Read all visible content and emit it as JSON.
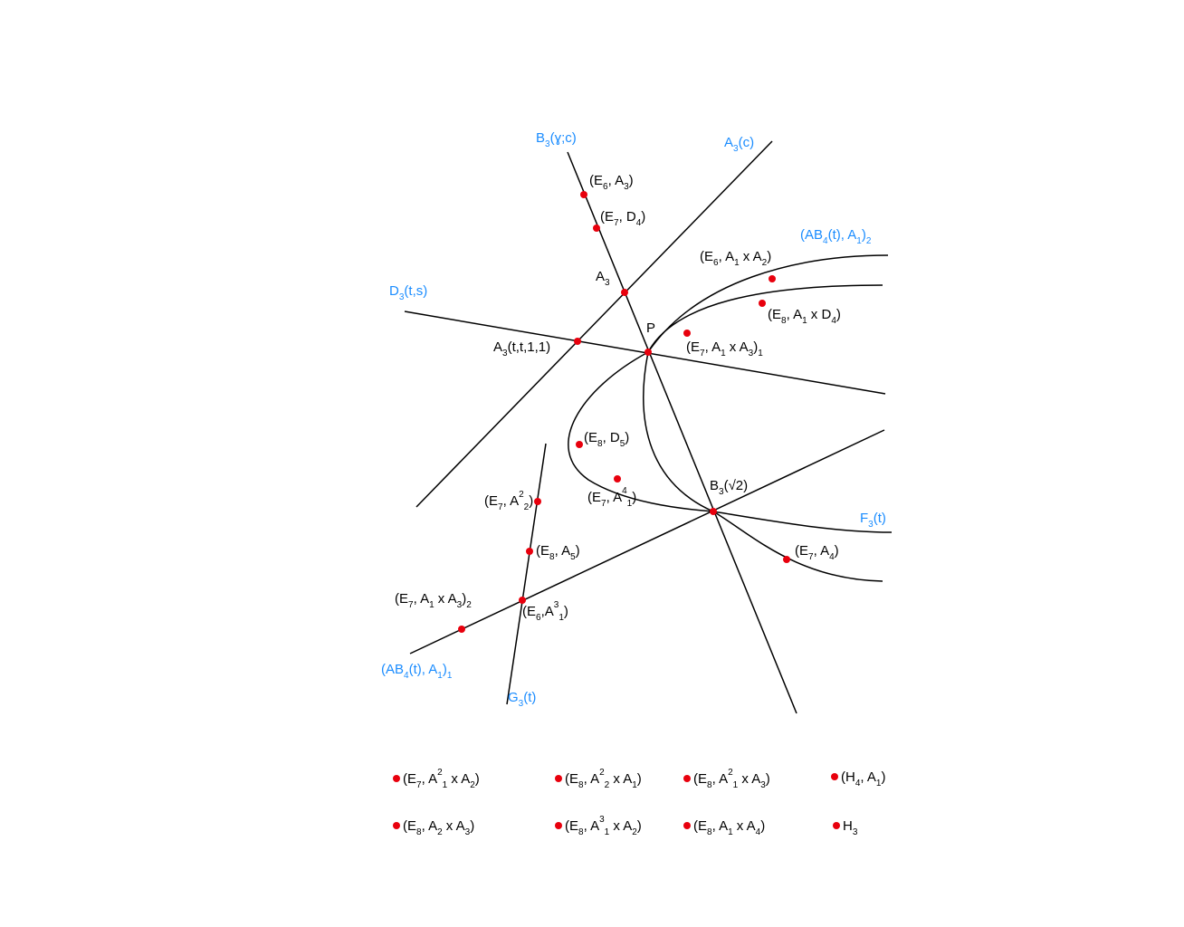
{
  "colors": {
    "line": "#000000",
    "point": "#e8000d",
    "family_label": "#1a8cff",
    "text": "#000000"
  },
  "family_labels": [
    {
      "key": "B3gc",
      "runs": [
        [
          "B",
          ""
        ],
        [
          "3",
          "sub"
        ],
        [
          "(ɣ;c)",
          ""
        ]
      ]
    },
    {
      "key": "A3c",
      "runs": [
        [
          "A",
          ""
        ],
        [
          "3",
          "sub"
        ],
        [
          "(c)",
          ""
        ]
      ]
    },
    {
      "key": "D3ts",
      "runs": [
        [
          "D",
          ""
        ],
        [
          "3",
          "sub"
        ],
        [
          "(t,s)",
          ""
        ]
      ]
    },
    {
      "key": "AB4A12",
      "runs": [
        [
          "(AB",
          ""
        ],
        [
          "4",
          "sub"
        ],
        [
          "(t), A",
          ""
        ],
        [
          "1",
          "sub"
        ],
        [
          ")",
          ""
        ],
        [
          "2",
          "sub"
        ]
      ]
    },
    {
      "key": "F3t",
      "runs": [
        [
          "F",
          ""
        ],
        [
          "3",
          "sub"
        ],
        [
          "(t)",
          ""
        ]
      ]
    },
    {
      "key": "AB4A11",
      "runs": [
        [
          "(AB",
          ""
        ],
        [
          "4",
          "sub"
        ],
        [
          "(t), A",
          ""
        ],
        [
          "1",
          "sub"
        ],
        [
          ")",
          ""
        ],
        [
          "1",
          "sub"
        ]
      ]
    },
    {
      "key": "G3t",
      "runs": [
        [
          "G",
          ""
        ],
        [
          "3",
          "sub"
        ],
        [
          "(t)",
          ""
        ]
      ]
    }
  ],
  "point_labels": [
    {
      "key": "E6A3",
      "runs": [
        [
          "(E",
          ""
        ],
        [
          "6",
          "sub"
        ],
        [
          ", A",
          ""
        ],
        [
          "3",
          "sub"
        ],
        [
          ")",
          ""
        ]
      ]
    },
    {
      "key": "E7D4",
      "runs": [
        [
          "(E",
          ""
        ],
        [
          "7",
          "sub"
        ],
        [
          ", D",
          ""
        ],
        [
          "4",
          "sub"
        ],
        [
          ")",
          ""
        ]
      ]
    },
    {
      "key": "A3",
      "runs": [
        [
          "A",
          ""
        ],
        [
          "3",
          "sub"
        ]
      ]
    },
    {
      "key": "A3tt11",
      "runs": [
        [
          "A",
          ""
        ],
        [
          "3",
          "sub"
        ],
        [
          "(t,t,1,1)",
          ""
        ]
      ]
    },
    {
      "key": "P",
      "runs": [
        [
          "P",
          ""
        ]
      ]
    },
    {
      "key": "E6A1A2",
      "runs": [
        [
          "(E",
          ""
        ],
        [
          "6",
          "sub"
        ],
        [
          ", A",
          ""
        ],
        [
          "1",
          "sub"
        ],
        [
          " x A",
          ""
        ],
        [
          "2",
          "sub"
        ],
        [
          ")",
          ""
        ]
      ]
    },
    {
      "key": "E8A1D4",
      "runs": [
        [
          "(E",
          ""
        ],
        [
          "8",
          "sub"
        ],
        [
          ", A",
          ""
        ],
        [
          "1",
          "sub"
        ],
        [
          " x D",
          ""
        ],
        [
          "4",
          "sub"
        ],
        [
          ")",
          ""
        ]
      ]
    },
    {
      "key": "E7A1A31",
      "runs": [
        [
          "(E",
          ""
        ],
        [
          "7",
          "sub"
        ],
        [
          ", A",
          ""
        ],
        [
          "1",
          "sub"
        ],
        [
          " x A",
          ""
        ],
        [
          "3",
          "sub"
        ],
        [
          ")",
          ""
        ],
        [
          "1",
          "sub"
        ]
      ]
    },
    {
      "key": "E8D5",
      "runs": [
        [
          "(E",
          ""
        ],
        [
          "8",
          "sub"
        ],
        [
          ", D",
          ""
        ],
        [
          "5",
          "sub"
        ],
        [
          ")",
          ""
        ]
      ]
    },
    {
      "key": "E7A14",
      "runs": [
        [
          "(E",
          ""
        ],
        [
          "7",
          "sub"
        ],
        [
          ", A",
          ""
        ],
        [
          "4",
          "sup"
        ],
        [
          "1",
          "sub"
        ],
        [
          ")",
          ""
        ]
      ]
    },
    {
      "key": "B3sqrt2",
      "runs": [
        [
          "B",
          ""
        ],
        [
          "3",
          "sub"
        ],
        [
          "(√2)",
          ""
        ]
      ]
    },
    {
      "key": "E7A22",
      "runs": [
        [
          "(E",
          ""
        ],
        [
          "7",
          "sub"
        ],
        [
          ", A",
          ""
        ],
        [
          "2",
          "sup"
        ],
        [
          "2",
          "sub"
        ],
        [
          ")",
          ""
        ]
      ]
    },
    {
      "key": "E8A5",
      "runs": [
        [
          "(E",
          ""
        ],
        [
          "8",
          "sub"
        ],
        [
          ", A",
          ""
        ],
        [
          "5",
          "sub"
        ],
        [
          ")",
          ""
        ]
      ]
    },
    {
      "key": "E7A4",
      "runs": [
        [
          "(E",
          ""
        ],
        [
          "7",
          "sub"
        ],
        [
          ", A",
          ""
        ],
        [
          "4",
          "sub"
        ],
        [
          ")",
          ""
        ]
      ]
    },
    {
      "key": "E7A1A32",
      "runs": [
        [
          "(E",
          ""
        ],
        [
          "7",
          "sub"
        ],
        [
          ", A",
          ""
        ],
        [
          "1",
          "sub"
        ],
        [
          " x A",
          ""
        ],
        [
          "3",
          "sub"
        ],
        [
          ")",
          ""
        ],
        [
          "2",
          "sub"
        ]
      ]
    },
    {
      "key": "E6A13",
      "runs": [
        [
          "(E",
          ""
        ],
        [
          "6",
          "sub"
        ],
        [
          ",A",
          ""
        ],
        [
          "3",
          "sup"
        ],
        [
          "1",
          "sub"
        ],
        [
          ")",
          ""
        ]
      ]
    }
  ],
  "legend": [
    {
      "key": "E7A12A2",
      "runs": [
        [
          "(E",
          ""
        ],
        [
          "7",
          "sub"
        ],
        [
          ", A",
          ""
        ],
        [
          "2",
          "sup"
        ],
        [
          "1",
          "sub"
        ],
        [
          " x A",
          ""
        ],
        [
          "2",
          "sub"
        ],
        [
          ")",
          ""
        ]
      ]
    },
    {
      "key": "E8A22A1",
      "runs": [
        [
          "(E",
          ""
        ],
        [
          "8",
          "sub"
        ],
        [
          ", A",
          ""
        ],
        [
          "2",
          "sup"
        ],
        [
          "2",
          "sub"
        ],
        [
          " x A",
          ""
        ],
        [
          "1",
          "sub"
        ],
        [
          ")",
          ""
        ]
      ]
    },
    {
      "key": "E8A12A3",
      "runs": [
        [
          "(E",
          ""
        ],
        [
          "8",
          "sub"
        ],
        [
          ", A",
          ""
        ],
        [
          "2",
          "sup"
        ],
        [
          "1",
          "sub"
        ],
        [
          " x A",
          ""
        ],
        [
          "3",
          "sub"
        ],
        [
          ")",
          ""
        ]
      ]
    },
    {
      "key": "H4A1",
      "runs": [
        [
          "(H",
          ""
        ],
        [
          "4",
          "sub"
        ],
        [
          ", A",
          ""
        ],
        [
          "1",
          "sub"
        ],
        [
          ")",
          ""
        ]
      ]
    },
    {
      "key": "E8A2A3",
      "runs": [
        [
          "(E",
          ""
        ],
        [
          "8",
          "sub"
        ],
        [
          ", A",
          ""
        ],
        [
          "2",
          "sub"
        ],
        [
          " x A",
          ""
        ],
        [
          "3",
          "sub"
        ],
        [
          ")",
          ""
        ]
      ]
    },
    {
      "key": "E8A13A2",
      "runs": [
        [
          "(E",
          ""
        ],
        [
          "8",
          "sub"
        ],
        [
          ", A",
          ""
        ],
        [
          "3",
          "sup"
        ],
        [
          "1",
          "sub"
        ],
        [
          " x A",
          ""
        ],
        [
          "2",
          "sub"
        ],
        [
          ")",
          ""
        ]
      ]
    },
    {
      "key": "E8A1A4",
      "runs": [
        [
          "(E",
          ""
        ],
        [
          "8",
          "sub"
        ],
        [
          ", A",
          ""
        ],
        [
          "1",
          "sub"
        ],
        [
          " x A",
          ""
        ],
        [
          "4",
          "sub"
        ],
        [
          ")",
          ""
        ]
      ]
    },
    {
      "key": "H3",
      "runs": [
        [
          "H",
          ""
        ],
        [
          "3",
          "sub"
        ]
      ]
    }
  ]
}
